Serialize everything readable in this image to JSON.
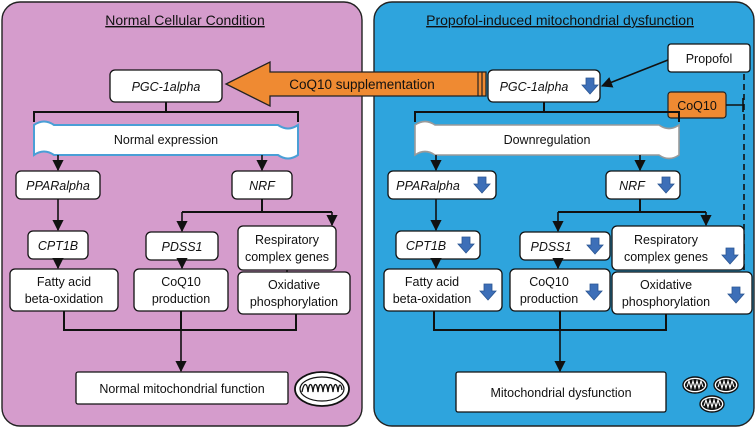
{
  "colors": {
    "left_panel": "#d59ccc",
    "right_panel": "#2ea4dd",
    "down_arrow": "#3d6fb8",
    "orange": "#ef8a32"
  },
  "left": {
    "title": "Normal Cellular Condition",
    "pgc": "PGC-1alpha",
    "banner": "Normal expression",
    "ppar": "PPARalpha",
    "nrf": "NRF",
    "cpt1b": "CPT1B",
    "pdss1": "PDSS1",
    "resp_1": "Respiratory",
    "resp_2": "complex genes",
    "fatty_1": "Fatty acid",
    "fatty_2": "beta-oxidation",
    "coq_1": "CoQ10",
    "coq_2": "production",
    "oxphos_1": "Oxidative",
    "oxphos_2": "phosphorylation",
    "outcome": "Normal mitochondrial function",
    "mito_icon": "mitochondrion-icon"
  },
  "right": {
    "title": "Propofol-induced mitochondrial dysfunction",
    "pgc": "PGC-1alpha",
    "propofol": "Propofol",
    "coq10": "CoQ10",
    "banner": "Downregulation",
    "ppar": "PPARalpha",
    "nrf": "NRF",
    "cpt1b": "CPT1B",
    "pdss1": "PDSS1",
    "resp_1": "Respiratory",
    "resp_2": "complex genes",
    "fatty_1": "Fatty acid",
    "fatty_2": "beta-oxidation",
    "coq_1": "CoQ10",
    "coq_2": "production",
    "oxphos_1": "Oxidative",
    "oxphos_2": "phosphorylation",
    "outcome": "Mitochondrial dysfunction",
    "down_icon": "down-arrow-icon",
    "mito_icon": "damaged-mitochondria-icon"
  },
  "bridge": {
    "label": "CoQ10 supplementation"
  }
}
